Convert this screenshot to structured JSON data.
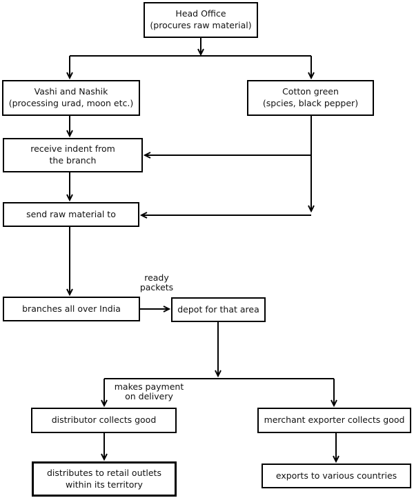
{
  "diagram": {
    "colors": {
      "line": "#000000",
      "box_border": "#000000",
      "box_bg": "#ffffff",
      "text": "#111111"
    },
    "nodes": {
      "head_office": {
        "label": "Head Office\n(procures raw material)"
      },
      "vashi_nashik": {
        "label": "Vashi and Nashik\n(processing urad, moon etc.)"
      },
      "cotton_green": {
        "label": "Cotton green\n(spcies, black pepper)"
      },
      "receive_indent": {
        "label": "receive indent from\nthe branch"
      },
      "send_raw": {
        "label": "send raw material to"
      },
      "branches": {
        "label": "branches all over India"
      },
      "depot": {
        "label": "depot for that area"
      },
      "distributor": {
        "label": "distributor collects good"
      },
      "merchant": {
        "label": "merchant exporter collects good"
      },
      "retail": {
        "label": "distributes to retail outlets\nwithin its territory"
      },
      "exports": {
        "label": "exports to various countries"
      }
    },
    "edge_labels": {
      "ready_packets": "ready\npackets",
      "payment": "makes payment\non delivery"
    },
    "edges": [
      {
        "from": "head_office",
        "to": "vashi_nashik"
      },
      {
        "from": "head_office",
        "to": "cotton_green"
      },
      {
        "from": "vashi_nashik",
        "to": "receive_indent"
      },
      {
        "from": "cotton_green",
        "to": "receive_indent"
      },
      {
        "from": "cotton_green",
        "to": "send_raw"
      },
      {
        "from": "receive_indent",
        "to": "send_raw"
      },
      {
        "from": "send_raw",
        "to": "branches"
      },
      {
        "from": "branches",
        "to": "depot",
        "label": "ready\npackets"
      },
      {
        "from": "depot",
        "to": "distributor",
        "label": "makes payment\non delivery"
      },
      {
        "from": "depot",
        "to": "merchant"
      },
      {
        "from": "distributor",
        "to": "retail"
      },
      {
        "from": "merchant",
        "to": "exports"
      }
    ]
  }
}
